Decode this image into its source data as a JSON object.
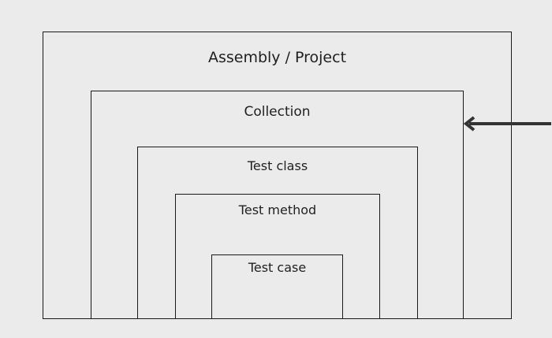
{
  "diagram": {
    "boxes": {
      "assembly": "Assembly / Project",
      "collection": "Collection",
      "test_class": "Test class",
      "test_method": "Test method",
      "test_case": "Test case"
    },
    "arrow_target": "collection",
    "colors": {
      "background": "#ebebeb",
      "stroke": "#1a1a1a",
      "arrow": "#333333"
    }
  }
}
